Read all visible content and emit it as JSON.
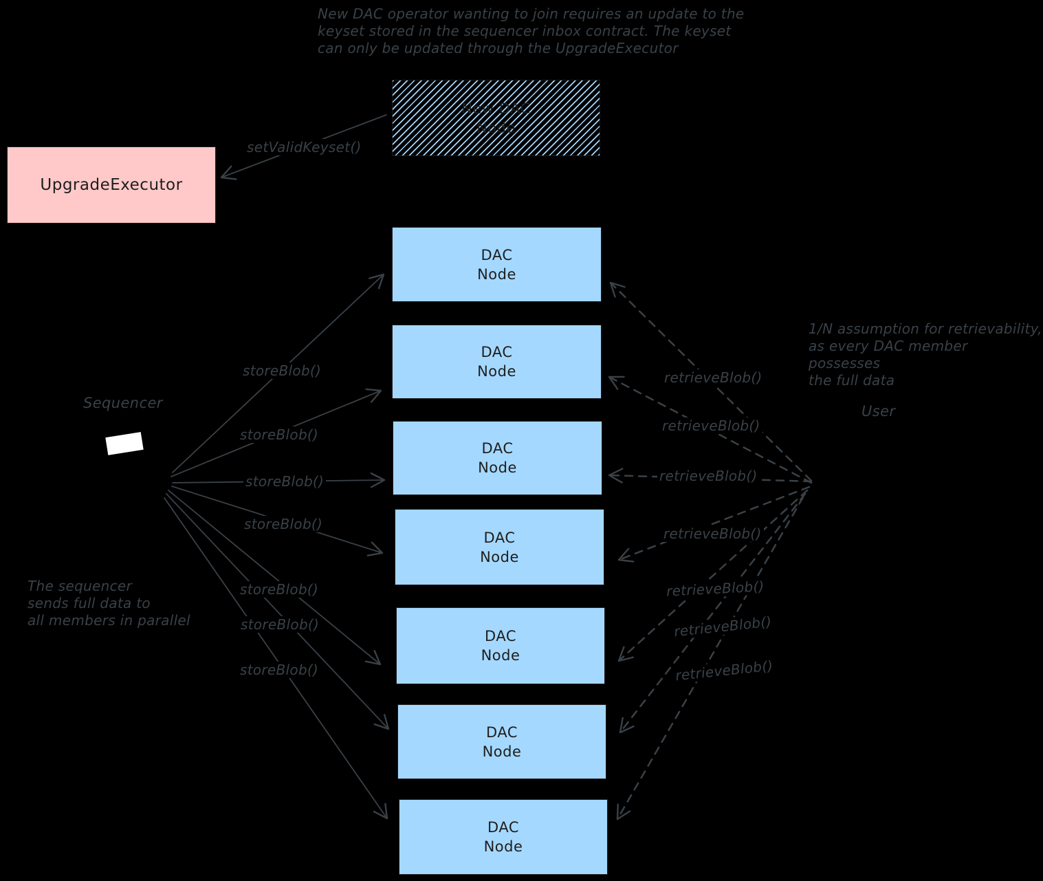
{
  "diagram": {
    "background": "#000000",
    "stroke_color": "#3a4147",
    "box_border_color": "#1e1e1e",
    "box_text_color": "#1e1e1e",
    "blue_fill": "#a5d8ff",
    "pink_fill": "#ffc9c9",
    "white_fill": "#ffffff"
  },
  "notes": {
    "top": "New DAC operator wanting to join requires an update to the\nkeyset stored in the sequencer inbox contract. The keyset\ncan only be updated through the UpgradeExecutor",
    "retrievability": "1/N assumption for retrievability,\nas every DAC member possesses\nthe full data",
    "sequencer_parallel": "The sequencer\nsends full data to\nall members in parallel"
  },
  "nodes": {
    "upgrade_executor": "UpgradeExecutor",
    "new_dac_node": "New DAC\nNode",
    "sequencer": "Sequencer",
    "user": "User",
    "dac_nodes": [
      "DAC\nNode",
      "DAC\nNode",
      "DAC\nNode",
      "DAC\nNode",
      "DAC\nNode",
      "DAC\nNode",
      "DAC\nNode"
    ]
  },
  "edges": {
    "set_valid_keyset": "setValidKeyset()",
    "store_calls": [
      "storeBlob()",
      "storeBlob()",
      "storeBlob()",
      "storeBlob()",
      "storeBlob()",
      "storeBlob()",
      "storeBlob()"
    ],
    "retrieve_calls": [
      "retrieveBlob()",
      "retrieveBlob()",
      "retrieveBlob()",
      "retrieveBlob()",
      "retrieveBlob()",
      "retrieveBlob()",
      "retrieveBlob()"
    ]
  }
}
